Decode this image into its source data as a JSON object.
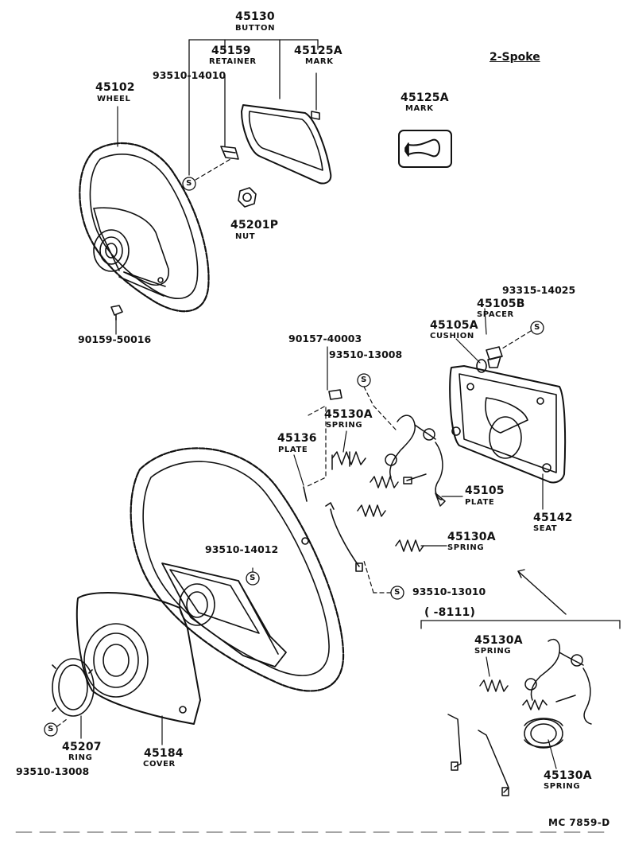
{
  "diagram": {
    "title": "2-Spoke",
    "drawing_code": "MC  7859-D",
    "date_range": "(      -8111)",
    "parts": {
      "button": {
        "number": "45130",
        "name": "BUTTON"
      },
      "retainer": {
        "number": "45159",
        "name": "RETAINER"
      },
      "mark_top": {
        "number": "45125A",
        "name": "MARK"
      },
      "mark_side": {
        "number": "45125A",
        "name": "MARK"
      },
      "wheel": {
        "number": "45102",
        "name": "WHEEL"
      },
      "screw_14010": {
        "number": "93510-14010"
      },
      "nut": {
        "number": "45201P",
        "name": "NUT"
      },
      "bolt_50016": {
        "number": "90159-50016"
      },
      "screw_14025": {
        "number": "93315-14025"
      },
      "spacer": {
        "number": "45105B",
        "name": "SPACER"
      },
      "cushion": {
        "number": "45105A",
        "name": "CUSHION"
      },
      "bolt_40003": {
        "number": "90157-40003"
      },
      "screw_13008_a": {
        "number": "93510-13008"
      },
      "spring_upper": {
        "number": "45130A",
        "name": "SPRING"
      },
      "plate_136": {
        "number": "45136",
        "name": "PLATE"
      },
      "plate_105": {
        "number": "45105",
        "name": "PLATE"
      },
      "seat": {
        "number": "45142",
        "name": "SEAT"
      },
      "spring_mid": {
        "number": "45130A",
        "name": "SPRING"
      },
      "screw_14012": {
        "number": "93510-14012"
      },
      "screw_13010": {
        "number": "93510-13010"
      },
      "spring_lower_a": {
        "number": "45130A",
        "name": "SPRING"
      },
      "spring_lower_b": {
        "number": "45130A",
        "name": "SPRING"
      },
      "ring": {
        "number": "45207",
        "name": "RING"
      },
      "cover": {
        "number": "45184",
        "name": "COVER"
      },
      "screw_13008_b": {
        "number": "93510-13008"
      }
    },
    "s_mark": "S"
  }
}
